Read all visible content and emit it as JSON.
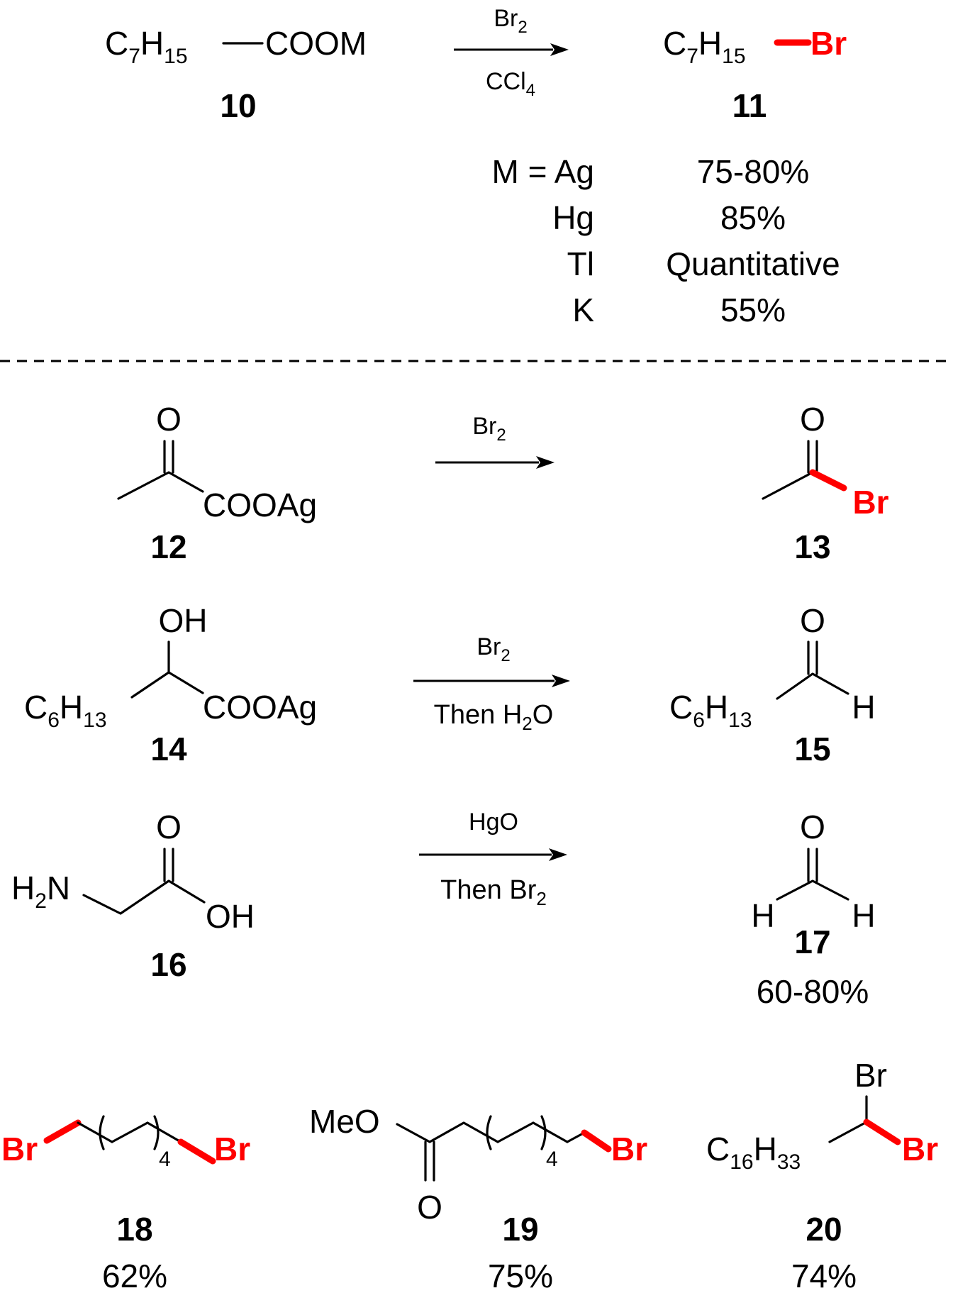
{
  "reaction1": {
    "reactant_main": "C",
    "reactant_sub1": "7",
    "reactant_h": "H",
    "reactant_sub2": "15",
    "reactant_group": "COOM",
    "reactant_label": "10",
    "reagent_main": "Br",
    "reagent_sub": "2",
    "solvent_main": "CCl",
    "solvent_sub": "4",
    "product_main": "C",
    "product_sub1": "7",
    "product_h": "H",
    "product_sub2": "15",
    "product_br": "Br",
    "product_label": "11"
  },
  "yield_table": {
    "rows": [
      {
        "metal": "M = Ag",
        "yield": "75-80%"
      },
      {
        "metal": "Hg",
        "yield": "85%"
      },
      {
        "metal": "Tl",
        "yield": "Quantitative"
      },
      {
        "metal": "K",
        "yield": "55%"
      }
    ]
  },
  "reaction2": {
    "reactant_o": "O",
    "reactant_group": "COOAg",
    "reactant_label": "12",
    "reagent_main": "Br",
    "reagent_sub": "2",
    "product_o": "O",
    "product_br": "Br",
    "product_label": "13"
  },
  "reaction3": {
    "reactant_oh": "OH",
    "reactant_c": "C",
    "reactant_sub1": "6",
    "reactant_h": "H",
    "reactant_sub2": "13",
    "reactant_group": "COOAg",
    "reactant_label": "14",
    "reagent_main": "Br",
    "reagent_sub": "2",
    "conditions_then": "Then H",
    "conditions_sub": "2",
    "conditions_o": "O",
    "product_o": "O",
    "product_c": "C",
    "product_sub1": "6",
    "product_h1": "H",
    "product_sub2": "13",
    "product_h": "H",
    "product_label": "15"
  },
  "reaction4": {
    "reactant_o": "O",
    "reactant_h2": "H",
    "reactant_sub": "2",
    "reactant_n": "N",
    "reactant_oh": "OH",
    "reactant_label": "16",
    "reagent": "HgO",
    "conditions_then": "Then Br",
    "conditions_sub": "2",
    "product_o": "O",
    "product_h_left": "H",
    "product_h_right": "H",
    "product_label": "17",
    "product_yield": "60-80%"
  },
  "products_row": [
    {
      "label": "18",
      "yield": "62%",
      "br_left": "Br",
      "br_right": "Br",
      "repeat": "4"
    },
    {
      "label": "19",
      "yield": "75%",
      "meo": "MeO",
      "o": "O",
      "repeat": "4",
      "br": "Br"
    },
    {
      "label": "20",
      "yield": "74%",
      "br_top": "Br",
      "br_right": "Br",
      "c": "C",
      "sub1": "16",
      "h": "H",
      "sub2": "33"
    }
  ],
  "colors": {
    "highlight_bond": "#ff0000",
    "text": "#000000"
  }
}
